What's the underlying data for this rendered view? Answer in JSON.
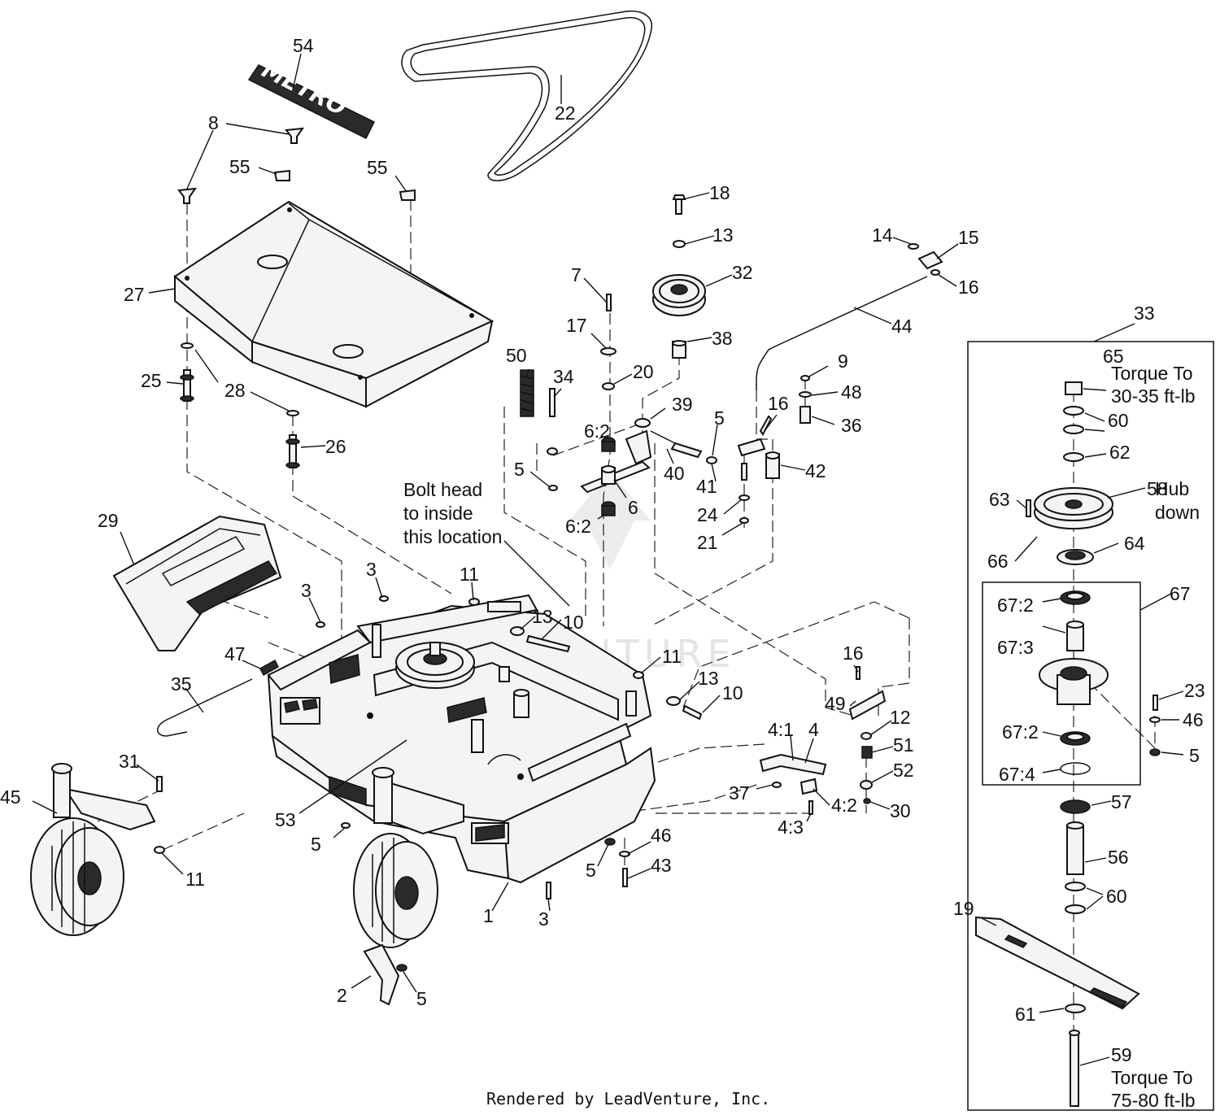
{
  "brand_word": "METRO",
  "notes": {
    "bolt_head_1": "Bolt head",
    "bolt_head_2": "to inside",
    "bolt_head_3": "this location",
    "torque_top_1": "Torque To",
    "torque_top_2": "30-35 ft-lb",
    "hub_1": "Hub",
    "hub_2": "down",
    "torque_bottom_1": "Torque To",
    "torque_bottom_2": "75-80 ft-lb"
  },
  "watermark": "LEADVENTURE",
  "footer": "Rendered by LeadVenture, Inc.",
  "callouts": [
    "54",
    "22",
    "8",
    "55",
    "55",
    "27",
    "25",
    "28",
    "26",
    "18",
    "13",
    "32",
    "38",
    "7",
    "17",
    "20",
    "50",
    "34",
    "39",
    "6:2",
    "5",
    "6",
    "6:2",
    "40",
    "5",
    "41",
    "24",
    "21",
    "16",
    "42",
    "9",
    "48",
    "36",
    "14",
    "15",
    "16",
    "44",
    "33",
    "65",
    "60",
    "62",
    "63",
    "58",
    "66",
    "64",
    "67",
    "67:2",
    "67:3",
    "23",
    "46",
    "67:2",
    "5",
    "67:4",
    "57",
    "56",
    "60",
    "19",
    "61",
    "59",
    "29",
    "3",
    "3",
    "11",
    "13",
    "10",
    "47",
    "35",
    "11",
    "13",
    "10",
    "16",
    "49",
    "12",
    "51",
    "52",
    "4:1",
    "4",
    "37",
    "4:2",
    "4:3",
    "30",
    "31",
    "45",
    "11",
    "53",
    "5",
    "5",
    "46",
    "43",
    "1",
    "3",
    "2",
    "5"
  ]
}
